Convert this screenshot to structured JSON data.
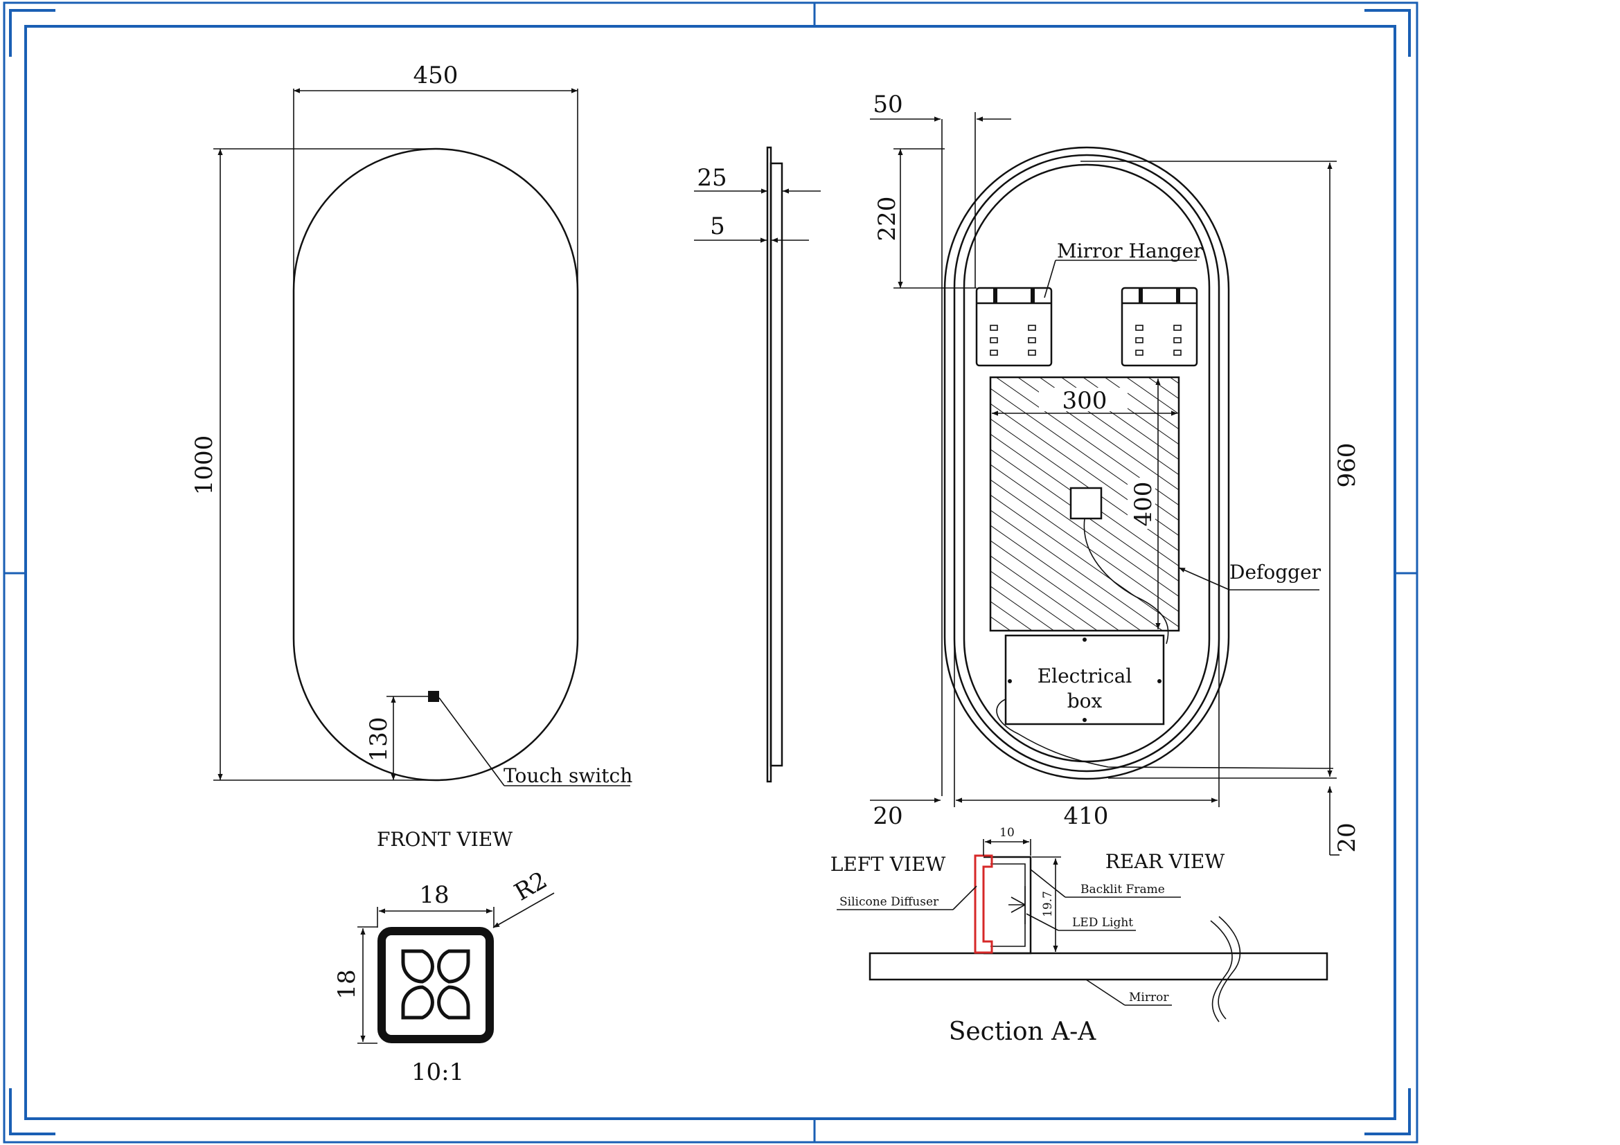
{
  "colors": {
    "frame": "#1a5fb4",
    "line": "#111111",
    "diffuser": "#d62828",
    "background": "#ffffff"
  },
  "front_view": {
    "width_dim": "450",
    "height_dim": "1000",
    "switch_offset_dim": "130",
    "touch_switch_label": "Touch switch",
    "title": "FRONT VIEW"
  },
  "side_view": {
    "depth_dim": "25",
    "glass_dim": "5",
    "title": "LEFT VIEW"
  },
  "rear_view": {
    "hanger_offset_dim": "50",
    "hanger_height_dim": "220",
    "hanger_label": "Mirror Hanger",
    "defogger_width_dim": "300",
    "defogger_height_dim": "400",
    "defogger_label": "Defogger",
    "electrical_box_line1": "Electrical",
    "electrical_box_line2": "box",
    "frame_height_dim": "960",
    "frame_width_dim": "410",
    "left_gap_dim": "20",
    "bottom_gap_dim": "20",
    "title": "REAR VIEW"
  },
  "switch_detail": {
    "width_dim": "18",
    "height_dim": "18",
    "radius_dim": "R2",
    "scale": "10:1"
  },
  "section": {
    "title": "Section A-A",
    "width_dim": "10",
    "height_dim": "19.7",
    "silicone_diffuser": "Silicone Diffuser",
    "backlit_frame": "Backlit Frame",
    "led_light": "LED Light",
    "mirror": "Mirror"
  }
}
